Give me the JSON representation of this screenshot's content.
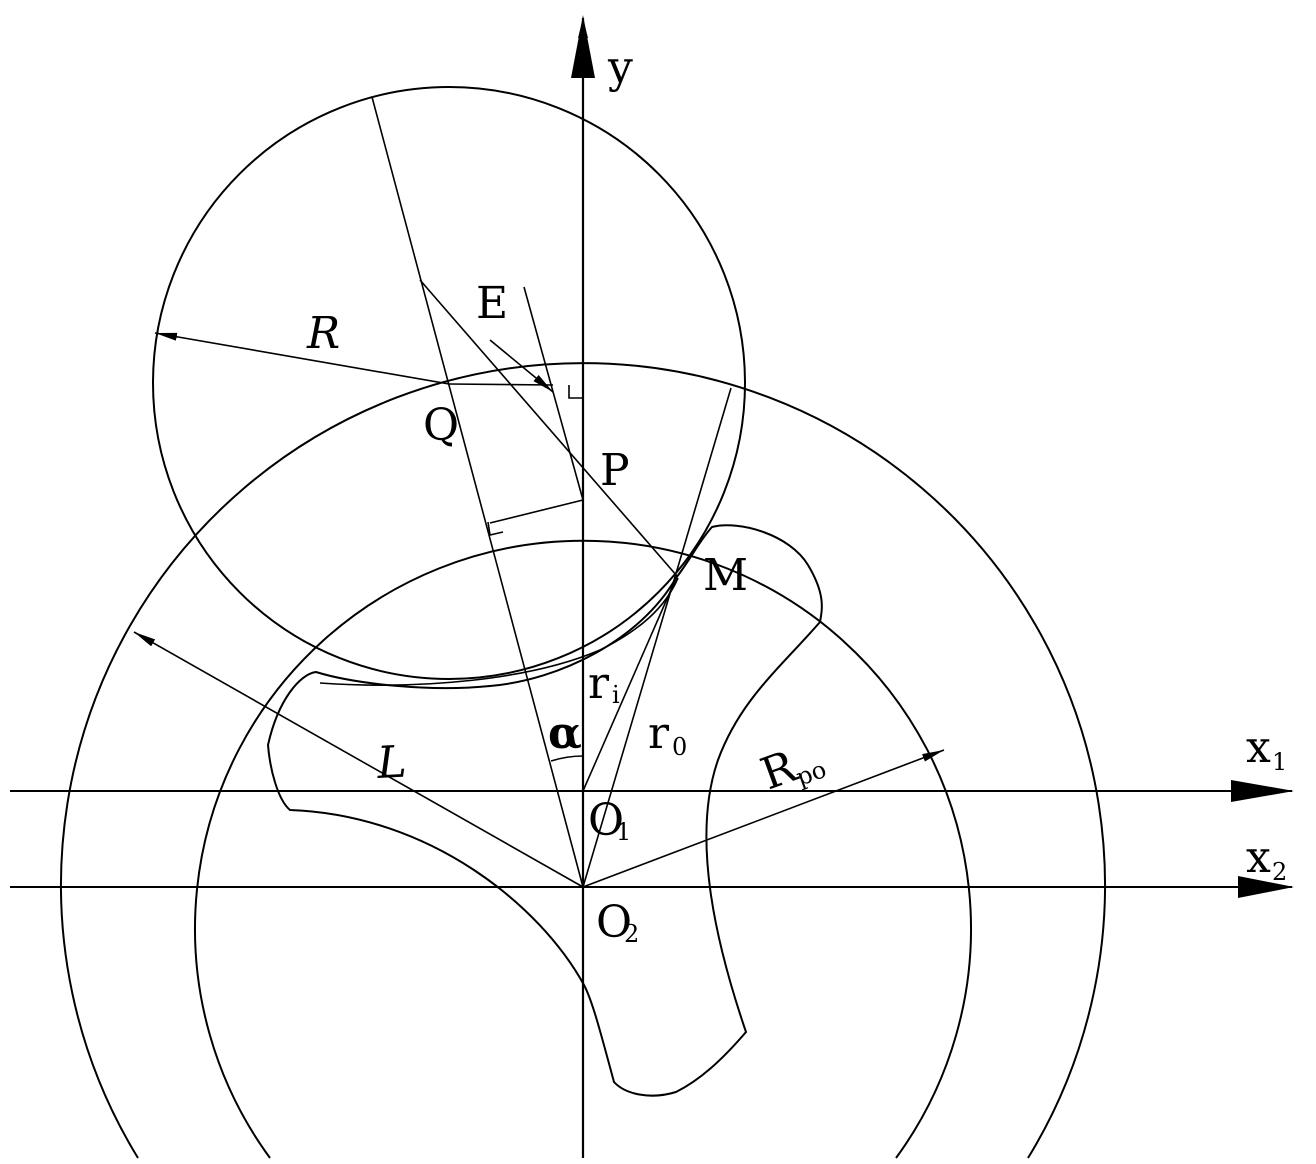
{
  "labels": {
    "y": "y",
    "x1_main": "x",
    "x1_sub": "1",
    "x2_main": "x",
    "x2_sub": "2",
    "E": "E",
    "R": "R",
    "Q": "Q",
    "P": "P",
    "M": "M",
    "ri_main": "r",
    "ri_sub": "i",
    "r0_main": "r",
    "r0_sub": "0",
    "alpha": "α",
    "L": "L",
    "Rpo_main": "R",
    "Rpo_sub": "po",
    "O1_main": "O",
    "O1_sub": "1",
    "O2_main": "O",
    "O2_sub": "2"
  },
  "colors": {
    "line": "#000000",
    "background": "#ffffff"
  }
}
